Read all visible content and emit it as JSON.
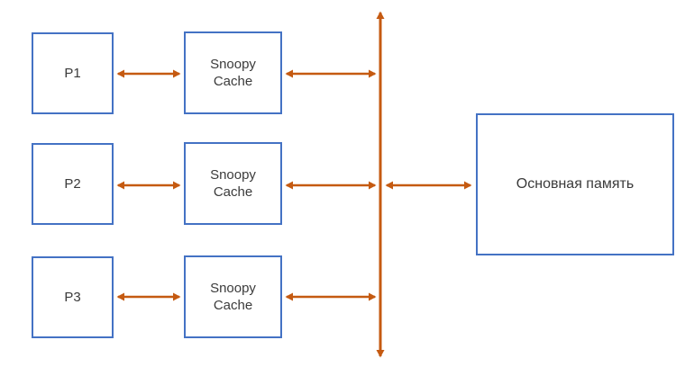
{
  "diagram": {
    "description": "Snoopy cache coherence bus diagram",
    "colors": {
      "box_border": "#4472C4",
      "arrow": "#C55A11",
      "text": "#3B3B3B",
      "background": "#FFFFFF"
    },
    "rows": [
      {
        "processor": "P1",
        "cache_line1": "Snoopy",
        "cache_line2": "Cache"
      },
      {
        "processor": "P2",
        "cache_line1": "Snoopy",
        "cache_line2": "Cache"
      },
      {
        "processor": "P3",
        "cache_line1": "Snoopy",
        "cache_line2": "Cache"
      }
    ],
    "memory": {
      "label": "Основная память"
    }
  }
}
